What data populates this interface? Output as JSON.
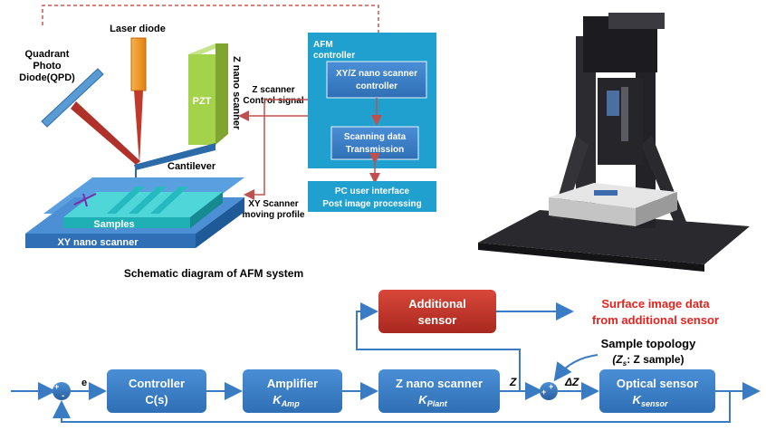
{
  "schematic": {
    "qpd_label": [
      "Quadrant",
      "Photo",
      "Diode(QPD)"
    ],
    "laser_label": "Laser diode",
    "pzt_label": "PZT",
    "z_nano_scanner_label": "Z nano scanner",
    "cantilever_label": "Cantilever",
    "samples_label": "Samples",
    "xy_scanner_label": "XY nano scanner",
    "z_control_signal_label": [
      "Z scanner",
      "Control signal"
    ],
    "xy_moving_profile_label": [
      "XY Scanner",
      "moving profile"
    ],
    "afm_controller_label": [
      "AFM",
      "controller"
    ],
    "xyz_controller_box": [
      "XY/Z nano scanner",
      "controller"
    ],
    "scan_data_box": [
      "Scanning data",
      "Transmission"
    ],
    "pc_box": [
      "PC user interface",
      "Post image processing"
    ],
    "caption": "Schematic diagram of AFM system"
  },
  "block_diagram": {
    "additional_sensor": [
      "Additional",
      "sensor"
    ],
    "surface_image_text": [
      "Surface image data",
      "from additional sensor"
    ],
    "sample_topology": "Sample topology",
    "zs_main": "(Z",
    "zs_sub": "s",
    "zs_rest": ": Z sample)",
    "error_signal": "e",
    "z_signal": "Z",
    "delta_z": "ΔZ",
    "sum1_plus": "+",
    "sum1_minus": "-",
    "sum2_plus1": "+",
    "sum2_plus2": "+",
    "controller": {
      "title": "Controller",
      "sub": "C(s)"
    },
    "amplifier": {
      "title": "Amplifier",
      "k": "K",
      "sub": "Amp"
    },
    "z_scanner": {
      "title": "Z nano scanner",
      "k": "K",
      "sub": "Plant"
    },
    "optical_sensor": {
      "title": "Optical sensor",
      "k": "K",
      "sub": "sensor"
    }
  },
  "colors": {
    "block_blue": "#3a7cc4",
    "block_red": "#c0392b",
    "controller_panel": "#1fa0cf",
    "highlight_red": "#e8231e",
    "xy_stage": "#5aa0e0",
    "sample_teal": "#2fc2c8",
    "pzt_green": "#a4d24a",
    "laser_orange": "#f0a02a"
  }
}
